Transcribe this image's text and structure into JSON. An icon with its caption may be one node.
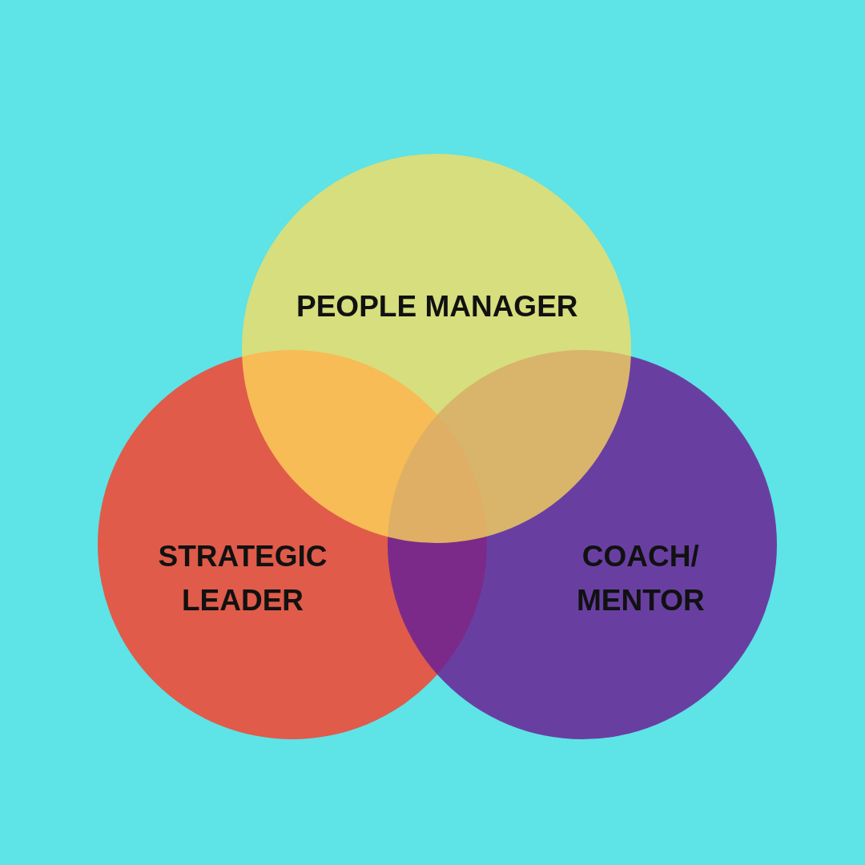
{
  "diagram": {
    "nodes": [
      {
        "text": [
          "PEOPLE MANAGER"
        ]
      },
      {
        "text": [
          "STRATEGIC LEADER"
        ]
      },
      {
        "text": [
          "COACH/ MENTOR"
        ]
      }
    ]
  }
}
